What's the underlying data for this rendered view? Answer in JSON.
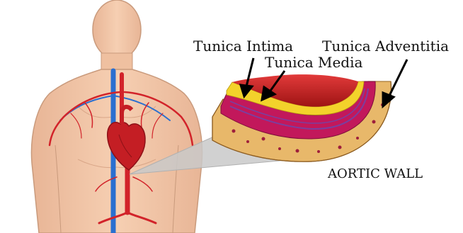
{
  "labels": {
    "tunica_intima": "Tunica Intima",
    "tunica_media": "Tunica Media",
    "tunica_adventitia": "Tunica Adventitia",
    "aortic_wall": "AORTIC WALL"
  },
  "icons": {
    "body": "human-torso-icon",
    "heart": "heart-icon",
    "aorta": "aorta-icon"
  },
  "colors": {
    "skin": "#f2c4a5",
    "skin_outline": "#c99a7c",
    "artery": "#d2232a",
    "vein": "#2a6fd0",
    "adventitia": "#e8b86a",
    "media": "#c2185b",
    "intima": "#f3d22b",
    "lumen": "#c91f1f"
  }
}
